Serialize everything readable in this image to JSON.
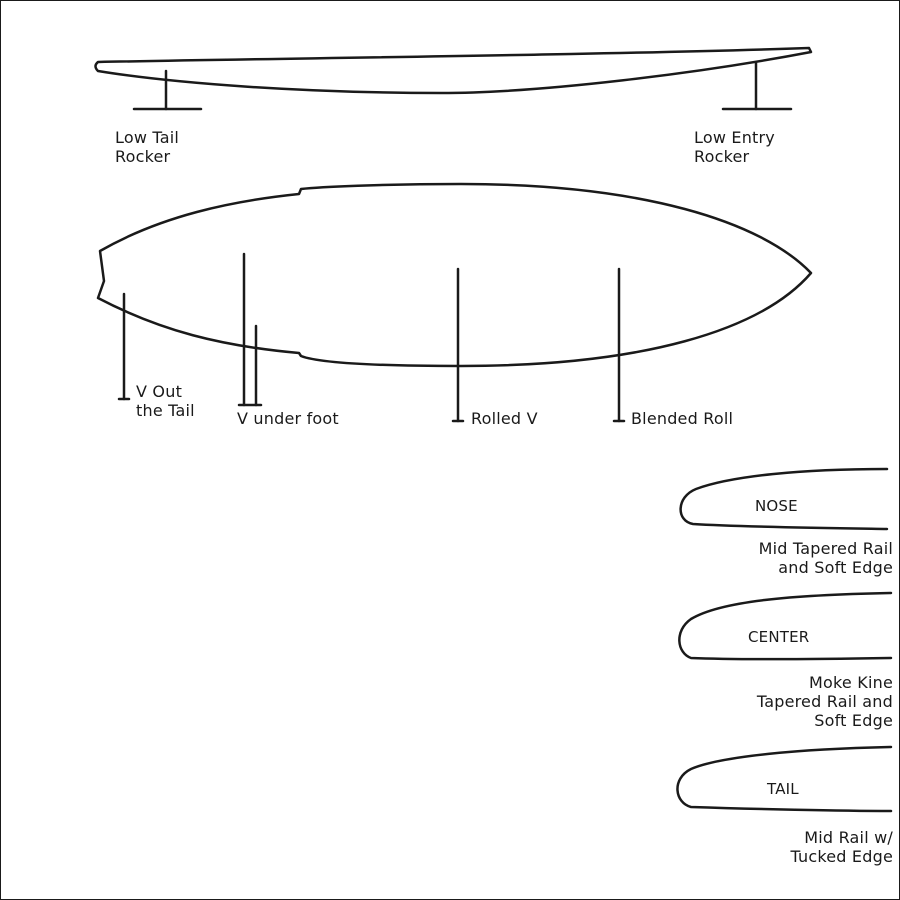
{
  "rocker": {
    "tail_label": "Low Tail\nRocker",
    "entry_label": "Low Entry\nRocker"
  },
  "bottom": {
    "v_tail": "V Out\nthe Tail",
    "v_foot": "V under foot",
    "rolled_v": "Rolled V",
    "blended_roll": "Blended Roll"
  },
  "rails": {
    "nose": {
      "tag": "NOSE",
      "desc": "Mid Tapered Rail\nand Soft Edge"
    },
    "center": {
      "tag": "CENTER",
      "desc": "Moke Kine\nTapered Rail and\nSoft Edge"
    },
    "tail": {
      "tag": "TAIL",
      "desc": "Mid Rail w/\nTucked Edge"
    }
  },
  "colors": {
    "line": "#1a1a1a",
    "background": "#ffffff"
  }
}
